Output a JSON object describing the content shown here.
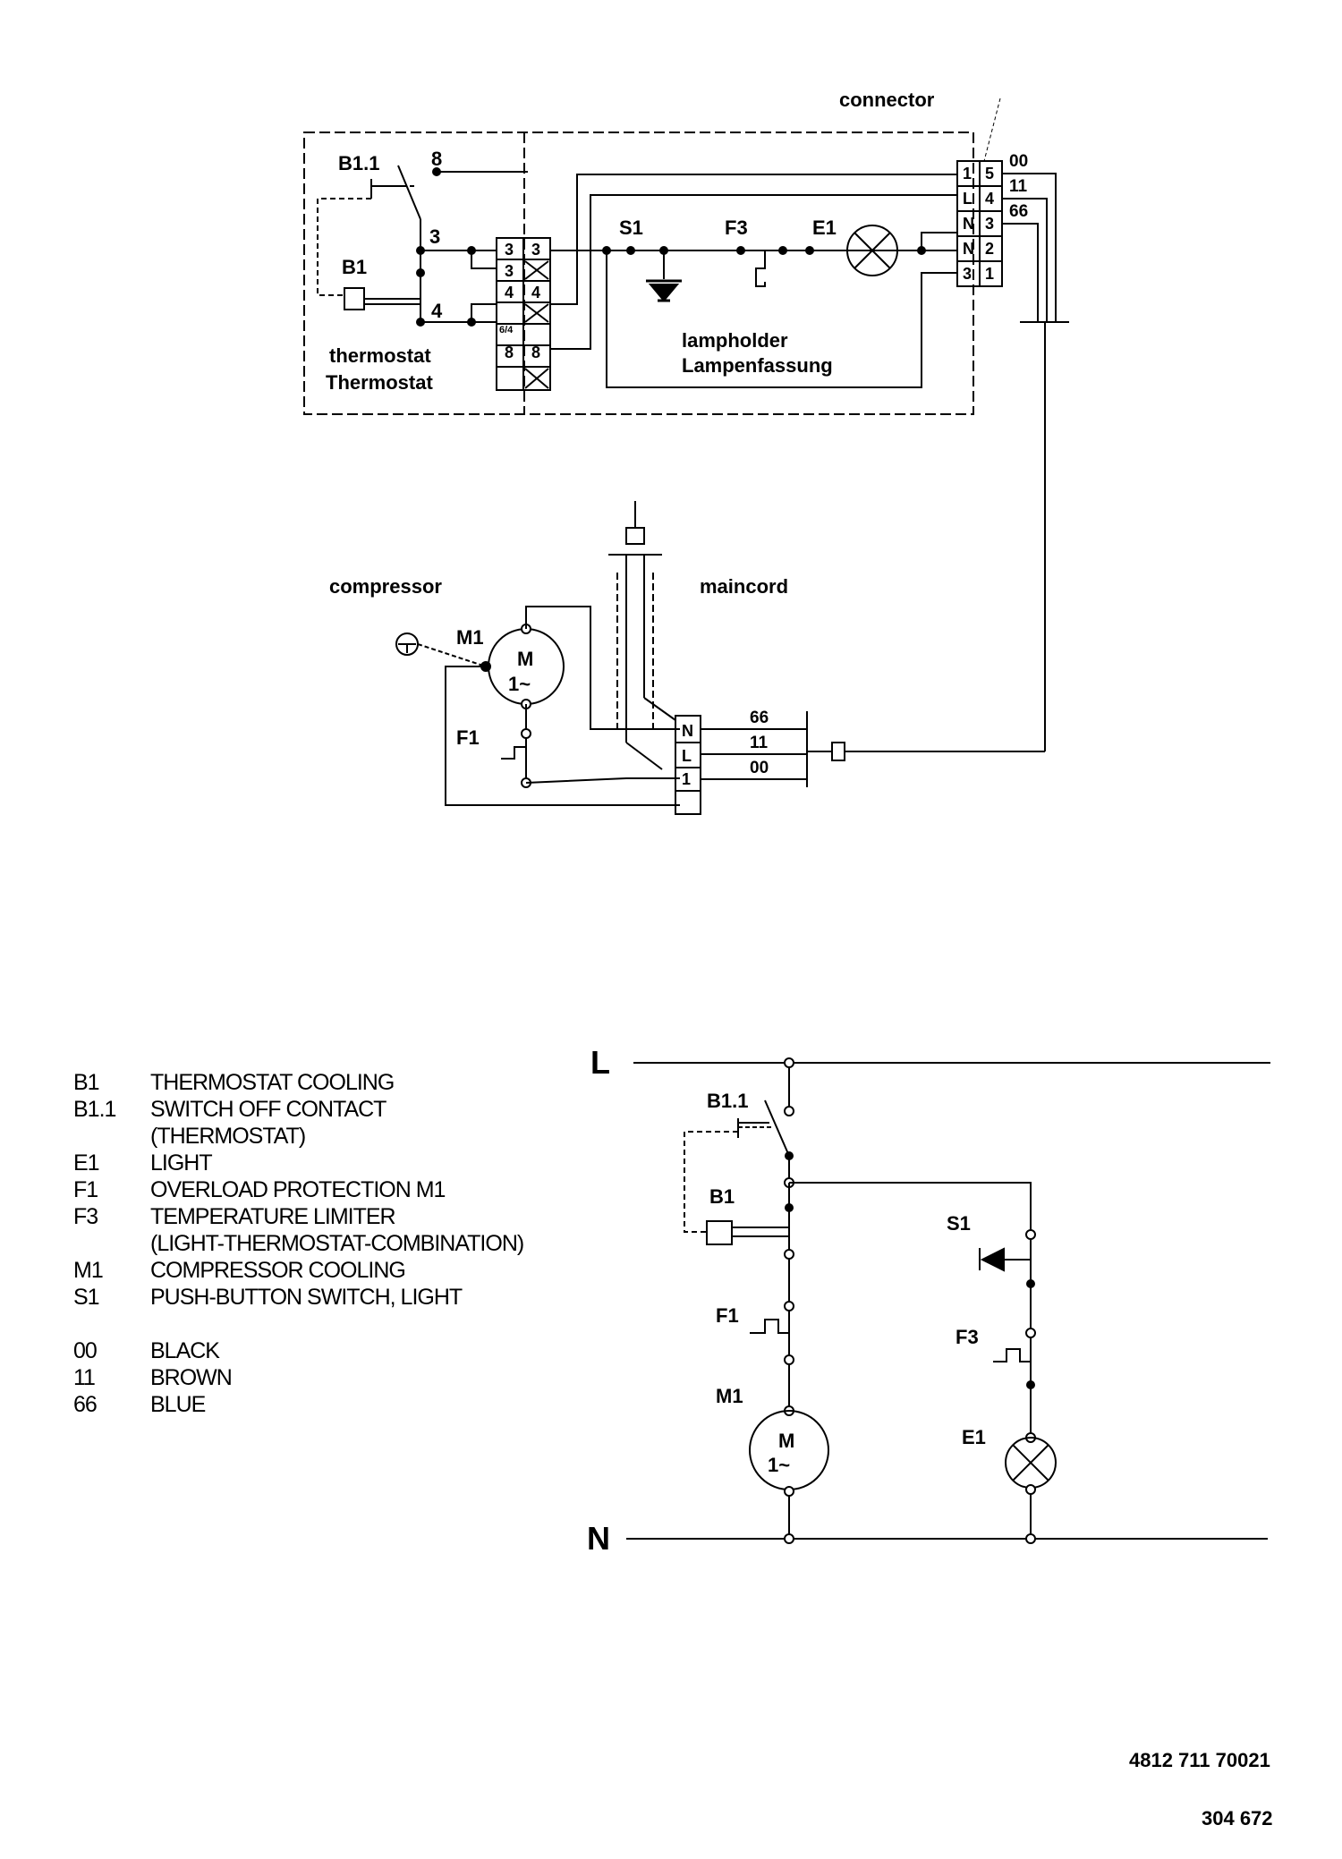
{
  "top_labels": {
    "connector": "connector",
    "b1_1": "B1.1",
    "b1": "B1",
    "thermostat_en": "thermostat",
    "thermostat_de": "Thermostat",
    "s1": "S1",
    "f3": "F3",
    "e1": "E1",
    "lampholder_en": "lampholder",
    "lampholder_de": "Lampenfassung",
    "compressor": "compressor",
    "maincord": "maincord",
    "m1": "M1",
    "f1": "F1",
    "motor_m": "M",
    "motor_ac": "1~"
  },
  "thermostat_terminals": {
    "t8": "8",
    "t3": "3",
    "t4": "4",
    "block_left": [
      "3",
      "4",
      "6/4",
      "8"
    ],
    "block_right": [
      "3",
      "4",
      "8"
    ]
  },
  "connector_terminals": {
    "inner": [
      "1",
      "L",
      "N",
      "N",
      "3"
    ],
    "outer": [
      "5",
      "4",
      "3",
      "2",
      "1"
    ],
    "wires": [
      "00",
      "11",
      "66"
    ]
  },
  "maincord_terminals": {
    "block": [
      "N",
      "L",
      "1"
    ],
    "wires": [
      "66",
      "11",
      "00"
    ]
  },
  "schematic": {
    "line": "L",
    "neutral": "N",
    "b1_1": "B1.1",
    "b1": "B1",
    "s1": "S1",
    "f1": "F1",
    "f3": "F3",
    "m1": "M1",
    "e1": "E1",
    "motor_m": "M",
    "motor_ac": "1~"
  },
  "legend": [
    {
      "code": "B1",
      "desc": "THERMOSTAT COOLING"
    },
    {
      "code": "B1.1",
      "desc": "SWITCH OFF CONTACT"
    },
    {
      "code": "",
      "desc": "(THERMOSTAT)"
    },
    {
      "code": "E1",
      "desc": "LIGHT"
    },
    {
      "code": "F1",
      "desc": "OVERLOAD PROTECTION M1"
    },
    {
      "code": "F3",
      "desc": "TEMPERATURE LIMITER"
    },
    {
      "code": "",
      "desc": "(LIGHT-THERMOSTAT-COMBINATION)"
    },
    {
      "code": "M1",
      "desc": "COMPRESSOR COOLING"
    },
    {
      "code": "S1",
      "desc": "PUSH-BUTTON SWITCH, LIGHT"
    }
  ],
  "color_legend": [
    {
      "code": "00",
      "desc": "BLACK"
    },
    {
      "code": "11",
      "desc": "BROWN"
    },
    {
      "code": "66",
      "desc": "BLUE"
    }
  ],
  "doc_number": "4812 711 70021",
  "doc_code": "304 672"
}
